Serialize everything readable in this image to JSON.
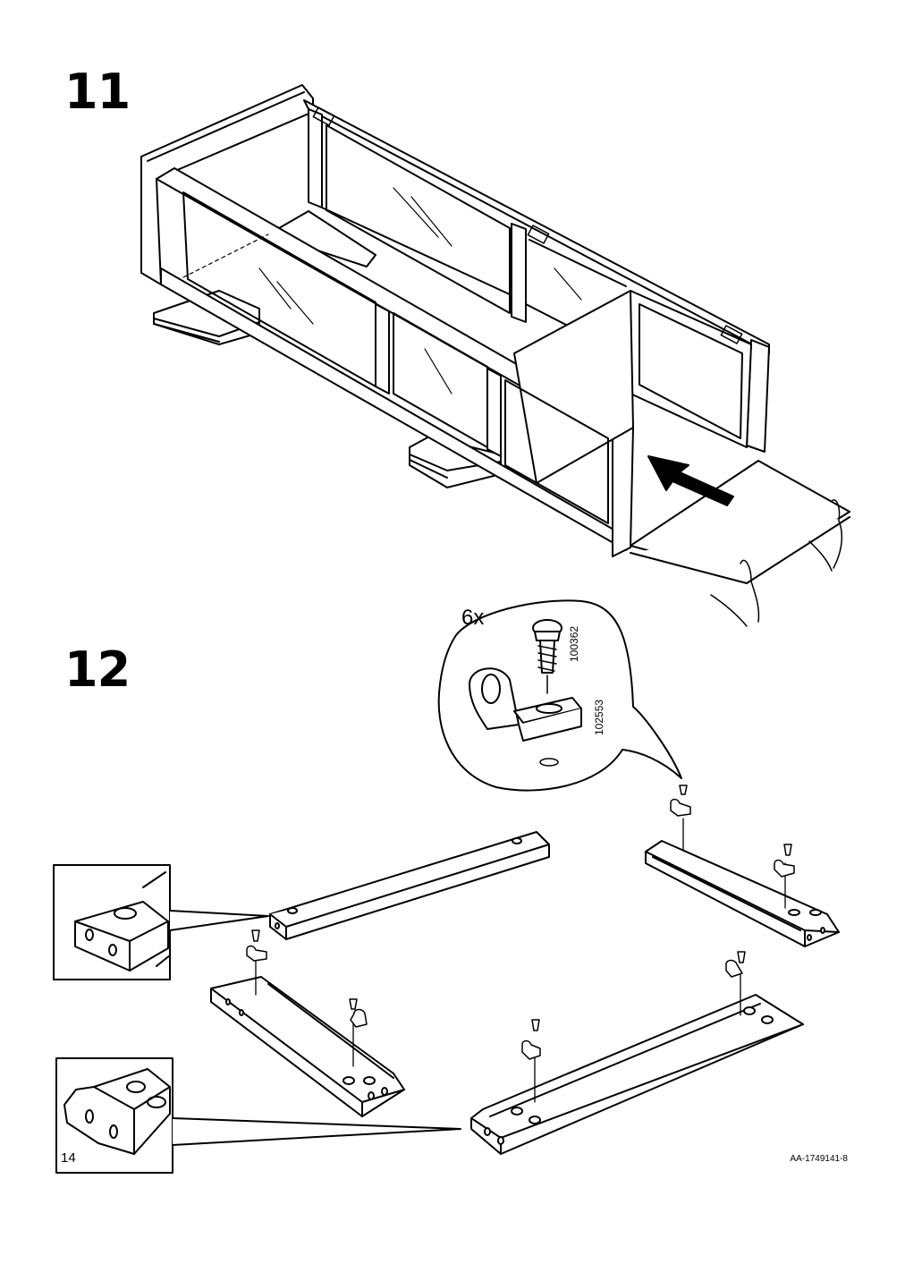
{
  "steps": [
    {
      "number": "11"
    },
    {
      "number": "12"
    }
  ],
  "detail": {
    "quantity": "6x",
    "screw_part": "100362",
    "bracket_part": "102553"
  },
  "footer": {
    "page_number": "14",
    "document_id": "AA-1749141-8"
  }
}
